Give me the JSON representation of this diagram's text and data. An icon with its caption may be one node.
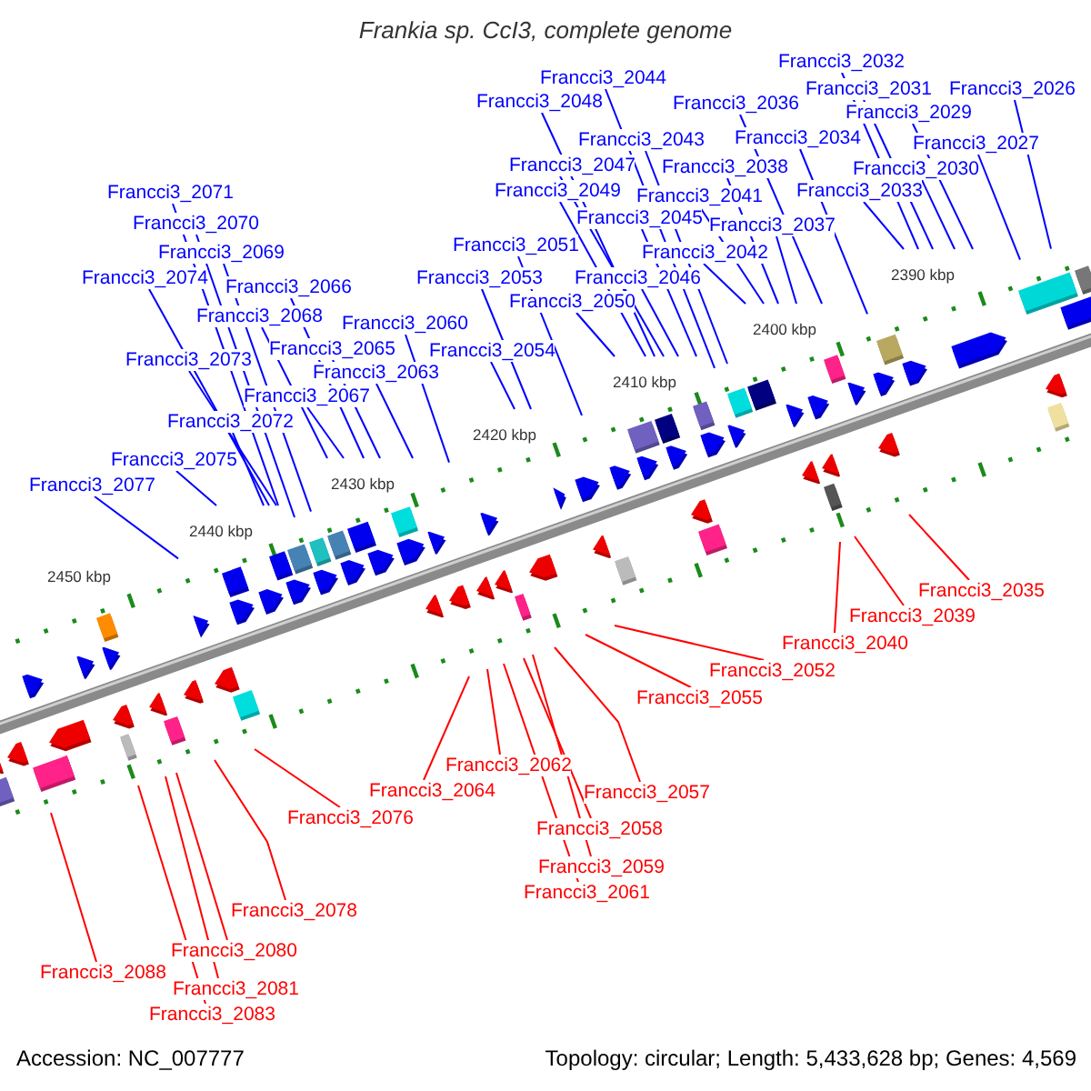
{
  "diagram": {
    "title": "Frankia sp. CcI3, complete genome",
    "nodes": [
      {
        "text": [
          "Francci3_2032"
        ]
      },
      {
        "text": [
          "Francci3_2044"
        ]
      },
      {
        "text": [
          "Francci3_2031"
        ]
      },
      {
        "text": [
          "Francci3_2026"
        ]
      },
      {
        "text": [
          "Francci3_2048"
        ]
      },
      {
        "text": [
          "Francci3_2036"
        ]
      },
      {
        "text": [
          "Francci3_2029"
        ]
      },
      {
        "text": [
          "Francci3_2043"
        ]
      },
      {
        "text": [
          "Francci3_2034"
        ]
      },
      {
        "text": [
          "Francci3_2027"
        ]
      },
      {
        "text": [
          "Francci3_2047"
        ]
      },
      {
        "text": [
          "Francci3_2038"
        ]
      },
      {
        "text": [
          "Francci3_2030"
        ]
      },
      {
        "text": [
          "Francci3_2049"
        ]
      },
      {
        "text": [
          "Francci3_2033"
        ]
      },
      {
        "text": [
          "Francci3_2071"
        ]
      },
      {
        "text": [
          "Francci3_2041"
        ]
      },
      {
        "text": [
          "Francci3_2045"
        ]
      },
      {
        "text": [
          "Francci3_2070"
        ]
      },
      {
        "text": [
          "Francci3_2037"
        ]
      },
      {
        "text": [
          "Francci3_2051"
        ]
      },
      {
        "text": [
          "Francci3_2042"
        ]
      },
      {
        "text": [
          "Francci3_2069"
        ]
      },
      {
        "text": [
          "Francci3_2053"
        ]
      },
      {
        "text": [
          "Francci3_2046"
        ]
      },
      {
        "text": [
          "Francci3_2074"
        ]
      },
      {
        "text": [
          "Francci3_2066"
        ]
      },
      {
        "text": [
          "Francci3_2050"
        ]
      },
      {
        "text": [
          "Francci3_2068"
        ]
      },
      {
        "text": [
          "Francci3_2060"
        ]
      },
      {
        "text": [
          "Francci3_2065"
        ]
      },
      {
        "text": [
          "Francci3_2054"
        ]
      },
      {
        "text": [
          "Francci3_2073"
        ]
      },
      {
        "text": [
          "Francci3_2063"
        ]
      },
      {
        "text": [
          "Francci3_2067"
        ]
      },
      {
        "text": [
          "Francci3_2072"
        ]
      },
      {
        "text": [
          "Francci3_2075"
        ]
      },
      {
        "text": [
          "Francci3_2077"
        ]
      },
      {
        "text": [
          "Francci3_2035"
        ]
      },
      {
        "text": [
          "Francci3_2039"
        ]
      },
      {
        "text": [
          "Francci3_2040"
        ]
      },
      {
        "text": [
          "Francci3_2052"
        ]
      },
      {
        "text": [
          "Francci3_2055"
        ]
      },
      {
        "text": [
          "Francci3_2062"
        ]
      },
      {
        "text": [
          "Francci3_2064"
        ]
      },
      {
        "text": [
          "Francci3_2057"
        ]
      },
      {
        "text": [
          "Francci3_2076"
        ]
      },
      {
        "text": [
          "Francci3_2058"
        ]
      },
      {
        "text": [
          "Francci3_2059"
        ]
      },
      {
        "text": [
          "Francci3_2061"
        ]
      },
      {
        "text": [
          "Francci3_2078"
        ]
      },
      {
        "text": [
          "Francci3_2080"
        ]
      },
      {
        "text": [
          "Francci3_2088"
        ]
      },
      {
        "text": [
          "Francci3_2081"
        ]
      },
      {
        "text": [
          "Francci3_2083"
        ]
      }
    ],
    "edges": [
      {
        "from": 0,
        "to": null,
        "arrow": "none"
      },
      {
        "from": 1,
        "to": null,
        "arrow": "none"
      },
      {
        "from": 2,
        "to": null,
        "arrow": "none"
      },
      {
        "from": 3,
        "to": null,
        "arrow": "none"
      },
      {
        "from": 4,
        "to": null,
        "arrow": "none"
      },
      {
        "from": 5,
        "to": null,
        "arrow": "none"
      },
      {
        "from": 6,
        "to": null,
        "arrow": "none"
      },
      {
        "from": 7,
        "to": null,
        "arrow": "none"
      },
      {
        "from": 8,
        "to": null,
        "arrow": "none"
      },
      {
        "from": 9,
        "to": null,
        "arrow": "none"
      },
      {
        "from": 10,
        "to": null,
        "arrow": "none"
      },
      {
        "from": 11,
        "to": null,
        "arrow": "none"
      },
      {
        "from": 12,
        "to": null,
        "arrow": "none"
      },
      {
        "from": 13,
        "to": null,
        "arrow": "none"
      },
      {
        "from": 14,
        "to": null,
        "arrow": "none"
      },
      {
        "from": 15,
        "to": null,
        "arrow": "none"
      },
      {
        "from": 16,
        "to": null,
        "arrow": "none"
      },
      {
        "from": 17,
        "to": null,
        "arrow": "none"
      },
      {
        "from": 18,
        "to": null,
        "arrow": "none"
      },
      {
        "from": 19,
        "to": null,
        "arrow": "none"
      },
      {
        "from": 20,
        "to": null,
        "arrow": "none"
      },
      {
        "from": 21,
        "to": null,
        "arrow": "none"
      },
      {
        "from": 22,
        "to": null,
        "arrow": "none"
      },
      {
        "from": 23,
        "to": null,
        "arrow": "none"
      },
      {
        "from": 24,
        "to": null,
        "arrow": "none"
      },
      {
        "from": 25,
        "to": null,
        "arrow": "none"
      },
      {
        "from": 26,
        "to": null,
        "arrow": "none"
      },
      {
        "from": 27,
        "to": null,
        "arrow": "none"
      },
      {
        "from": 28,
        "to": null,
        "arrow": "none"
      },
      {
        "from": 29,
        "to": null,
        "arrow": "none"
      },
      {
        "from": 30,
        "to": null,
        "arrow": "none"
      },
      {
        "from": 31,
        "to": null,
        "arrow": "none"
      },
      {
        "from": 32,
        "to": null,
        "arrow": "none"
      },
      {
        "from": 33,
        "to": null,
        "arrow": "none"
      },
      {
        "from": 34,
        "to": null,
        "arrow": "none"
      },
      {
        "from": 35,
        "to": null,
        "arrow": "none"
      },
      {
        "from": 36,
        "to": null,
        "arrow": "none"
      },
      {
        "from": 37,
        "to": null,
        "arrow": "none"
      },
      {
        "from": 38,
        "to": null,
        "arrow": "none",
        "color": "#ff0000"
      },
      {
        "from": 39,
        "to": null,
        "arrow": "none",
        "color": "#ff0000"
      },
      {
        "from": 40,
        "to": null,
        "arrow": "none",
        "color": "#ff0000"
      },
      {
        "from": 41,
        "to": null,
        "arrow": "none",
        "color": "#ff0000"
      },
      {
        "from": 42,
        "to": null,
        "arrow": "none",
        "color": "#ff0000"
      },
      {
        "from": 43,
        "to": null,
        "arrow": "none",
        "color": "#ff0000"
      },
      {
        "from": 44,
        "to": null,
        "arrow": "none",
        "color": "#ff0000"
      },
      {
        "from": 45,
        "to": null,
        "arrow": "none",
        "color": "#ff0000"
      },
      {
        "from": 46,
        "to": null,
        "arrow": "none",
        "color": "#ff0000"
      },
      {
        "from": 47,
        "to": null,
        "arrow": "none",
        "color": "#ff0000"
      },
      {
        "from": 48,
        "to": null,
        "arrow": "none",
        "color": "#ff0000"
      },
      {
        "from": 49,
        "to": null,
        "arrow": "none",
        "color": "#ff0000"
      },
      {
        "from": 50,
        "to": null,
        "arrow": "none",
        "color": "#ff0000"
      },
      {
        "from": 51,
        "to": null,
        "arrow": "none",
        "color": "#ff0000"
      },
      {
        "from": 52,
        "to": null,
        "arrow": "none",
        "color": "#ff0000"
      },
      {
        "from": 53,
        "to": null,
        "arrow": "none",
        "color": "#ff0000"
      },
      {
        "from": 54,
        "to": null,
        "arrow": "none",
        "color": "#ff0000"
      }
    ],
    "labels": [
      "2390 kbp",
      "2400 kbp",
      "2410 kbp",
      "2420 kbp",
      "2430 kbp",
      "2440 kbp",
      "2450 kbp",
      "Accession: NC_007777",
      "Topology: circular; Length: 5,433,628 bp; Genes: 4,569"
    ]
  }
}
